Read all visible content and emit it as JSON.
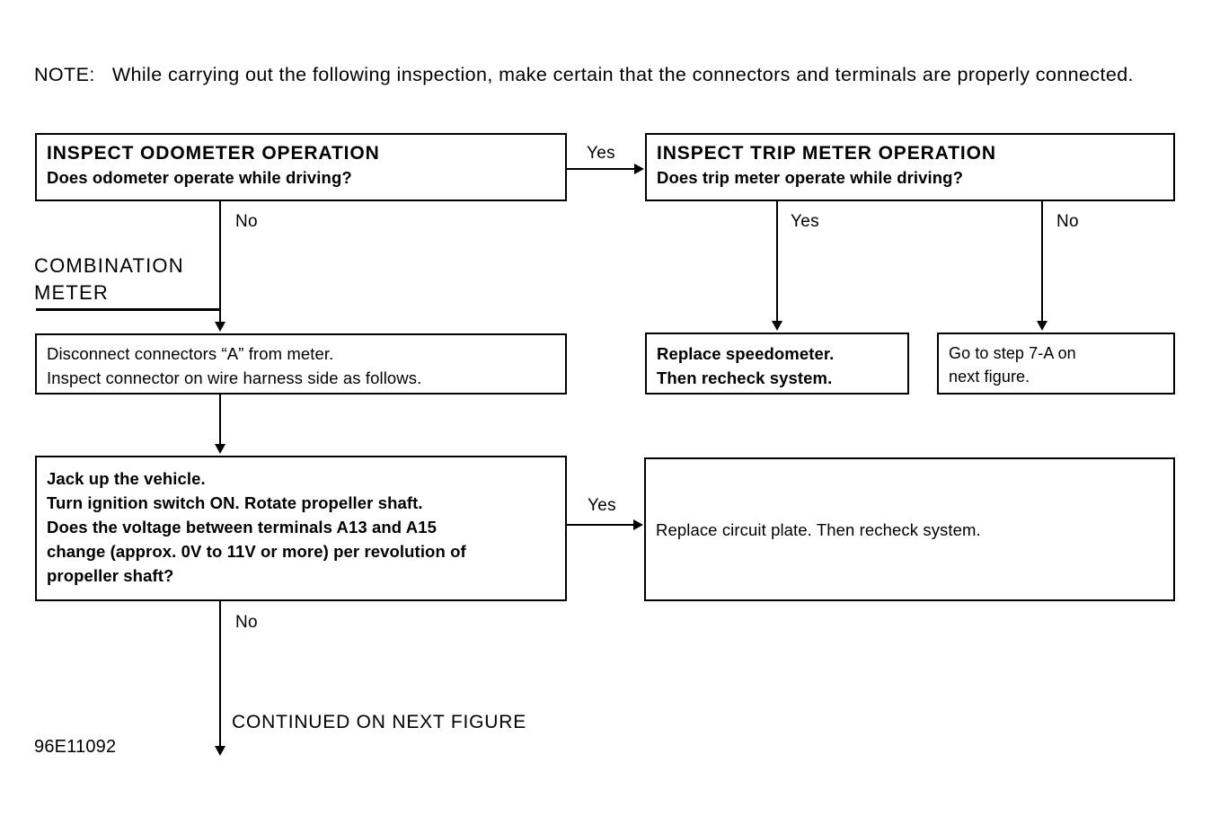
{
  "note": {
    "text": "NOTE:   While carrying out the following inspection, make certain that the connectors and terminals are properly connected."
  },
  "section_label": {
    "text": "COMBINATION\nMETER"
  },
  "boxes": {
    "odometer": {
      "title": "INSPECT ODOMETER OPERATION",
      "question": "Does odometer operate while driving?"
    },
    "tripmeter": {
      "title": "INSPECT TRIP METER OPERATION",
      "question": "Does trip meter operate while driving?"
    },
    "disconnect": {
      "line1": "Disconnect connectors “A” from meter.",
      "line2": "Inspect connector on wire harness side as follows."
    },
    "speedometer": {
      "line1": "Replace speedometer.",
      "line2": "Then recheck system."
    },
    "gotostep": {
      "line1": "Go to step 7-A on",
      "line2": "next figure."
    },
    "jackup": {
      "line1": "Jack up the vehicle.",
      "line2": "Turn ignition switch ON. Rotate propeller shaft.",
      "line3": "Does the voltage between terminals A13 and A15",
      "line4": "change (approx. 0V to 11V or more) per revolution of",
      "line5": "propeller shaft?"
    },
    "circuitplate": {
      "line1": "Replace circuit plate. Then recheck system."
    }
  },
  "branches": {
    "odometer_yes": "Yes",
    "odometer_no": "No",
    "tripmeter_yes": "Yes",
    "tripmeter_no": "No",
    "jackup_yes": "Yes",
    "jackup_no": "No"
  },
  "footer": {
    "continued": "CONTINUED ON NEXT FIGURE",
    "figure_code": "96E11092"
  },
  "colors": {
    "ink": "#000000",
    "paper": "#ffffff"
  }
}
